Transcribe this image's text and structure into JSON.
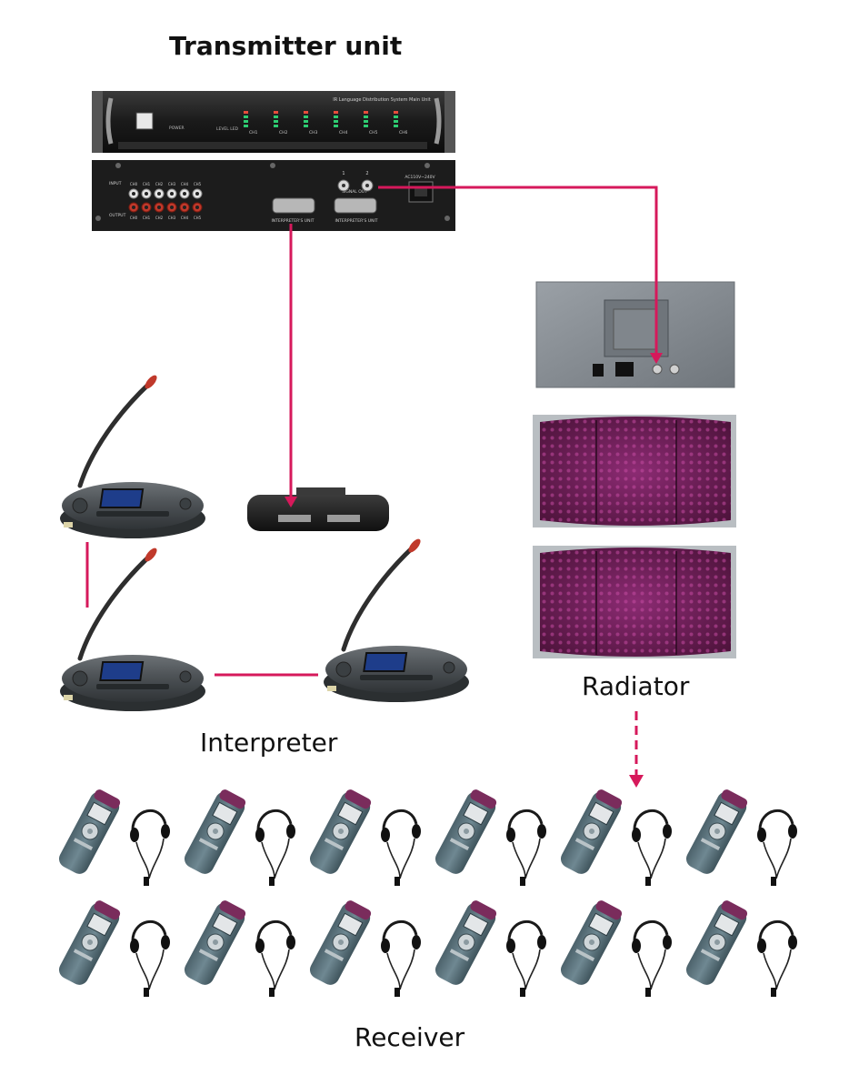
{
  "labels": {
    "transmitter": "Transmitter unit",
    "radiator": "Radiator",
    "interpreter": "Interpreter",
    "receiver": "Receiver"
  },
  "device_text": {
    "main_unit_title": "IR Language Distribution System Main Unit",
    "power": "POWER",
    "level": "LEVEL LED",
    "channels": [
      "CH1",
      "CH2",
      "CH3",
      "CH4",
      "CH5",
      "CH6"
    ],
    "rear_input": "INPUT",
    "rear_output": "OUTPUT",
    "rear_channels": [
      "CH0",
      "CH1",
      "CH2",
      "CH3",
      "CH4",
      "CH5"
    ],
    "interpreters_unit": "INTERPRETER'S UNIT",
    "signal_out": "SIGNAL OUT",
    "ac_power": "AC110V~240V",
    "signal_ports": [
      "1",
      "2"
    ]
  },
  "colors": {
    "link": "#d6195b",
    "device_dark": "#1b1b1b",
    "panel_grey": "#8b9096",
    "radiator_glow": "#7a2460",
    "receiver_body": "#5e7680",
    "receiver_face": "#d9dde0",
    "receiver_top": "#7a2c5c"
  },
  "receiver_grid": {
    "rows": 2,
    "cols": 6
  }
}
